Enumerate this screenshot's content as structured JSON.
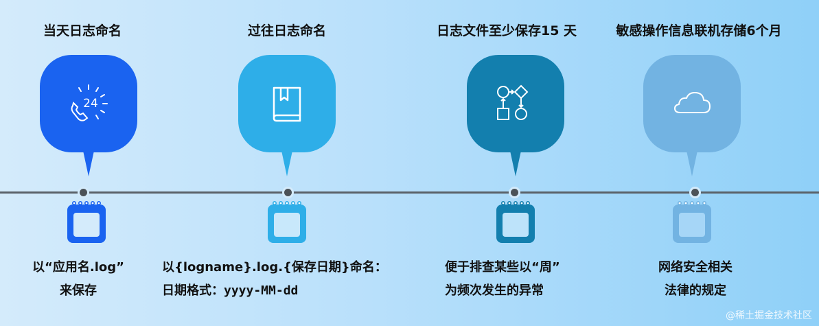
{
  "stages": [
    {
      "title": "当天日志命名",
      "color": "#1a63f0",
      "icon": "phone-24-icon",
      "icon_text": "24",
      "desc_line1": "以“应用名.log”",
      "desc_line2": "来保存"
    },
    {
      "title": "过往日志命名",
      "color": "#2eaee8",
      "icon": "book-icon",
      "desc_line1": "以{logname}.log.{保存日期}命名：",
      "desc_line2": "日期格式：yyyy-MM-dd"
    },
    {
      "title": "日志文件至少保存15 天",
      "color": "#137fae",
      "icon": "flowchart-icon",
      "desc_line1": "便于排查某些以“周”",
      "desc_line2": "为频次发生的异常"
    },
    {
      "title": "敏感操作信息联机存储6个月",
      "color": "#72b3e2",
      "icon": "cloud-icon",
      "desc_line1": "网络安全相关",
      "desc_line2": "法律的规定"
    }
  ],
  "watermark": "@稀土掘金技术社区"
}
